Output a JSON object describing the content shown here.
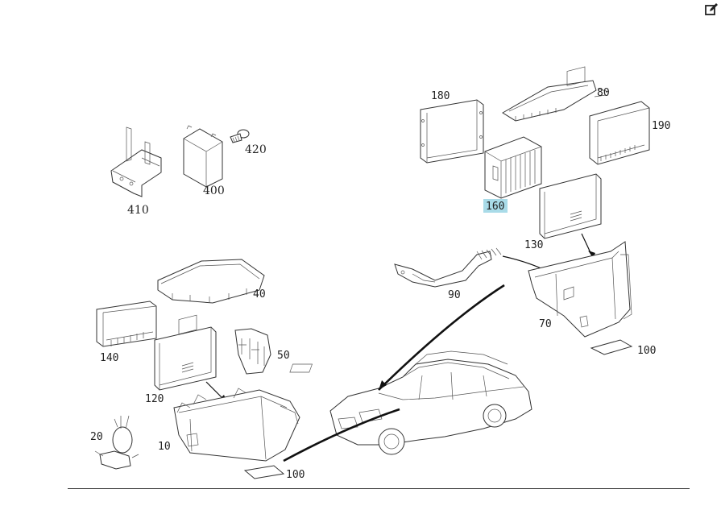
{
  "toolbar": {
    "edit_icon": "edit-icon"
  },
  "callouts": {
    "p10": "10",
    "p20": "20",
    "p40": "40",
    "p50": "50",
    "p70": "70",
    "p80": "80",
    "p90": "90",
    "p100a": "100",
    "p100b": "100",
    "p120": "120",
    "p130": "130",
    "p140": "140",
    "p160": "160",
    "p180": "180",
    "p190": "190",
    "p400": "400",
    "p410": "410",
    "p420": "420"
  },
  "highlight": {
    "selected_callout": "160",
    "color": "#a9dbe8"
  }
}
